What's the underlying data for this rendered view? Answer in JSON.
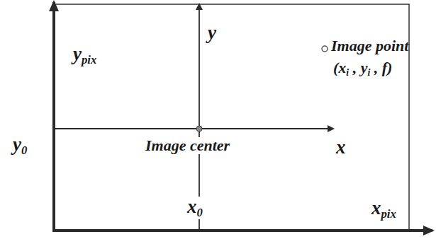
{
  "diagram": {
    "labels": [
      "y",
      "pix",
      "y",
      "Image point",
      "(x",
      "i",
      " , y",
      "i",
      " , f)",
      "y",
      "0",
      "Image center",
      "x",
      "x",
      "0",
      "x",
      "pix"
    ]
  }
}
